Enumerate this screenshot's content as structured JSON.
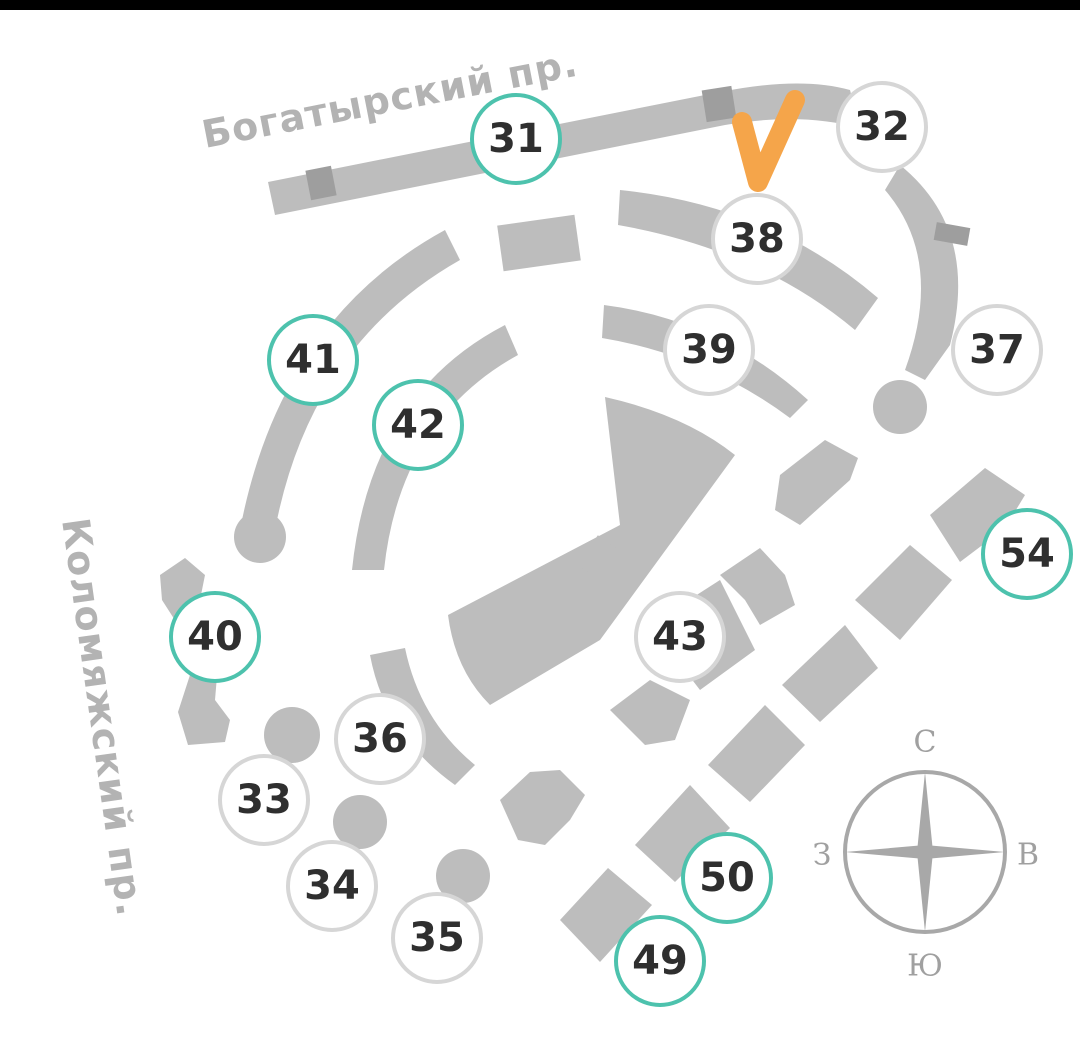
{
  "streets": {
    "north": "Богатырский пр.",
    "west": "Коломяжский пр."
  },
  "buildings": [
    {
      "id": "31",
      "status": "green"
    },
    {
      "id": "32",
      "status": "grey"
    },
    {
      "id": "38",
      "status": "grey"
    },
    {
      "id": "37",
      "status": "grey"
    },
    {
      "id": "39",
      "status": "grey"
    },
    {
      "id": "41",
      "status": "green"
    },
    {
      "id": "42",
      "status": "green"
    },
    {
      "id": "40",
      "status": "green"
    },
    {
      "id": "43",
      "status": "grey"
    },
    {
      "id": "54",
      "status": "green"
    },
    {
      "id": "36",
      "status": "grey"
    },
    {
      "id": "33",
      "status": "grey"
    },
    {
      "id": "34",
      "status": "grey"
    },
    {
      "id": "35",
      "status": "grey"
    },
    {
      "id": "50",
      "status": "green"
    },
    {
      "id": "49",
      "status": "green"
    }
  ],
  "compass": {
    "north": "С",
    "south": "Ю",
    "west": "З",
    "east": "В"
  },
  "colors": {
    "built": "#4dc2ad",
    "planned": "#d6d6d6",
    "building_fill": "#bdbdbd",
    "marker": "#f5a54a"
  },
  "marker": {
    "icon": "checkmark-icon"
  }
}
